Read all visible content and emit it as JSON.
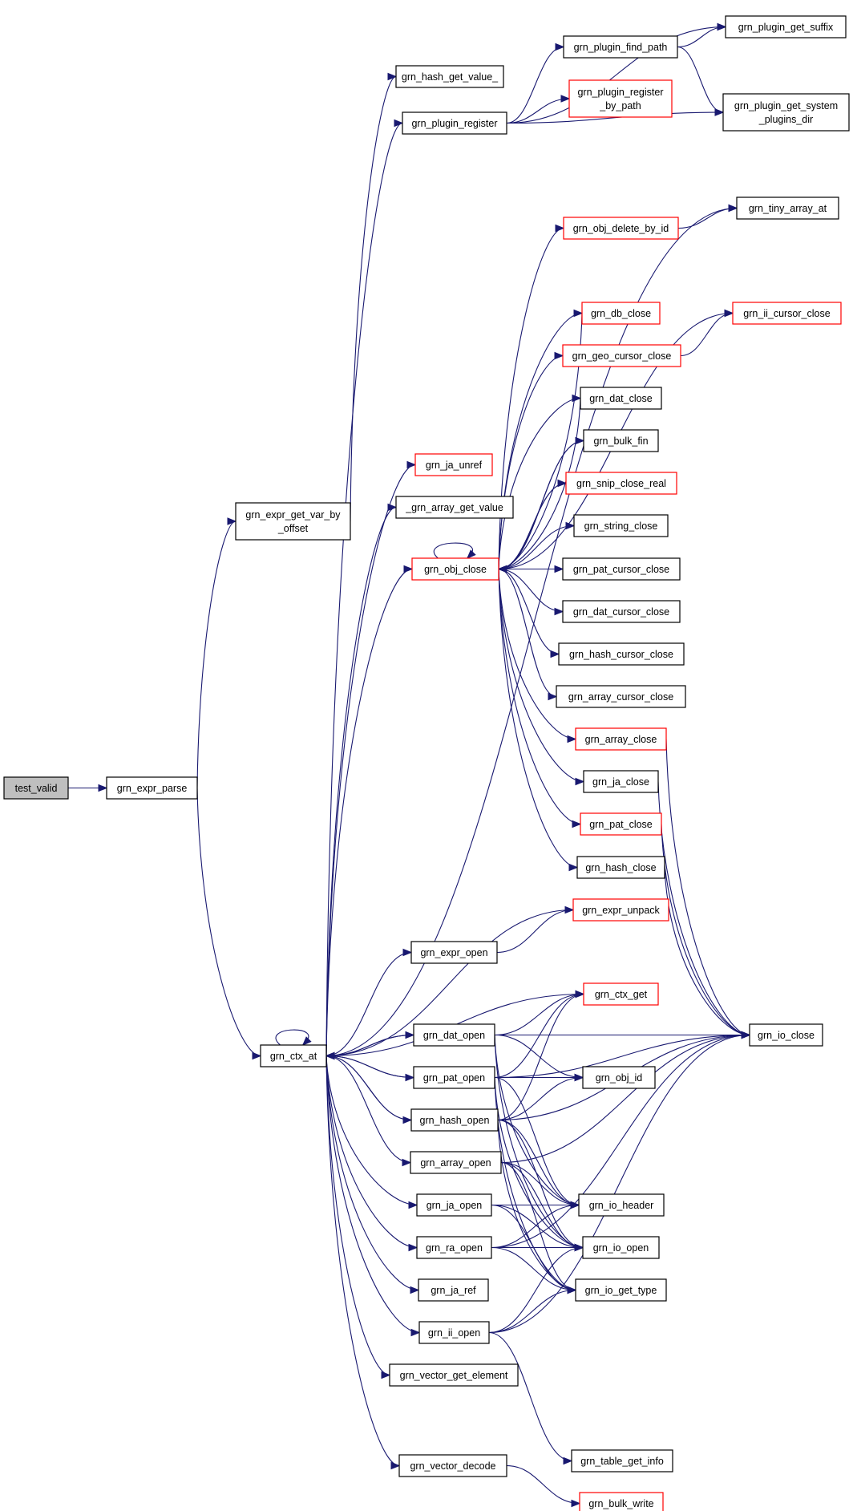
{
  "colors": {
    "edge": "#191970",
    "node_border": "#000000",
    "node_border_truncated": "#ff0000",
    "node_fill": "#ffffff",
    "root_fill": "#bfbfbf"
  },
  "nodes": [
    {
      "id": "test_valid",
      "label": "test_valid",
      "style": "root"
    },
    {
      "id": "grn_expr_parse",
      "label": "grn_expr_parse",
      "style": "normal"
    },
    {
      "id": "grn_expr_get_var_by_offset",
      "label": "grn_expr_get_var_by\n_offset",
      "style": "normal"
    },
    {
      "id": "grn_ctx_at",
      "label": "grn_ctx_at",
      "style": "normal"
    },
    {
      "id": "grn_hash_get_value_",
      "label": "grn_hash_get_value_",
      "style": "normal"
    },
    {
      "id": "grn_plugin_register",
      "label": "grn_plugin_register",
      "style": "normal"
    },
    {
      "id": "grn_plugin_find_path",
      "label": "grn_plugin_find_path",
      "style": "normal"
    },
    {
      "id": "grn_plugin_register_by_path",
      "label": "grn_plugin_register\n_by_path",
      "style": "truncated"
    },
    {
      "id": "grn_plugin_get_suffix",
      "label": "grn_plugin_get_suffix",
      "style": "normal"
    },
    {
      "id": "grn_plugin_get_system_plugins_dir",
      "label": "grn_plugin_get_system\n_plugins_dir",
      "style": "normal"
    },
    {
      "id": "grn_tiny_array_at",
      "label": "grn_tiny_array_at",
      "style": "normal"
    },
    {
      "id": "grn_obj_delete_by_id",
      "label": "grn_obj_delete_by_id",
      "style": "truncated"
    },
    {
      "id": "grn_ii_cursor_close",
      "label": "grn_ii_cursor_close",
      "style": "truncated"
    },
    {
      "id": "grn_db_close",
      "label": "grn_db_close",
      "style": "truncated"
    },
    {
      "id": "grn_geo_cursor_close",
      "label": "grn_geo_cursor_close",
      "style": "truncated"
    },
    {
      "id": "grn_dat_close",
      "label": "grn_dat_close",
      "style": "normal"
    },
    {
      "id": "grn_bulk_fin",
      "label": "grn_bulk_fin",
      "style": "normal"
    },
    {
      "id": "grn_ja_unref",
      "label": "grn_ja_unref",
      "style": "truncated"
    },
    {
      "id": "grn_snip_close_real",
      "label": "grn_snip_close_real",
      "style": "truncated"
    },
    {
      "id": "_grn_array_get_value",
      "label": "_grn_array_get_value",
      "style": "normal"
    },
    {
      "id": "grn_string_close",
      "label": "grn_string_close",
      "style": "normal"
    },
    {
      "id": "grn_obj_close",
      "label": "grn_obj_close",
      "style": "truncated"
    },
    {
      "id": "grn_pat_cursor_close",
      "label": "grn_pat_cursor_close",
      "style": "normal"
    },
    {
      "id": "grn_dat_cursor_close",
      "label": "grn_dat_cursor_close",
      "style": "normal"
    },
    {
      "id": "grn_hash_cursor_close",
      "label": "grn_hash_cursor_close",
      "style": "normal"
    },
    {
      "id": "grn_array_cursor_close",
      "label": "grn_array_cursor_close",
      "style": "normal"
    },
    {
      "id": "grn_array_close",
      "label": "grn_array_close",
      "style": "truncated"
    },
    {
      "id": "grn_ja_close",
      "label": "grn_ja_close",
      "style": "normal"
    },
    {
      "id": "grn_pat_close",
      "label": "grn_pat_close",
      "style": "truncated"
    },
    {
      "id": "grn_hash_close",
      "label": "grn_hash_close",
      "style": "normal"
    },
    {
      "id": "grn_expr_unpack",
      "label": "grn_expr_unpack",
      "style": "truncated"
    },
    {
      "id": "grn_expr_open",
      "label": "grn_expr_open",
      "style": "normal"
    },
    {
      "id": "grn_ctx_get",
      "label": "grn_ctx_get",
      "style": "truncated"
    },
    {
      "id": "grn_dat_open",
      "label": "grn_dat_open",
      "style": "normal"
    },
    {
      "id": "grn_io_close",
      "label": "grn_io_close",
      "style": "normal"
    },
    {
      "id": "grn_pat_open",
      "label": "grn_pat_open",
      "style": "normal"
    },
    {
      "id": "grn_obj_id",
      "label": "grn_obj_id",
      "style": "normal"
    },
    {
      "id": "grn_hash_open",
      "label": "grn_hash_open",
      "style": "normal"
    },
    {
      "id": "grn_array_open",
      "label": "grn_array_open",
      "style": "normal"
    },
    {
      "id": "grn_io_header",
      "label": "grn_io_header",
      "style": "normal"
    },
    {
      "id": "grn_ja_open",
      "label": "grn_ja_open",
      "style": "normal"
    },
    {
      "id": "grn_io_open",
      "label": "grn_io_open",
      "style": "normal"
    },
    {
      "id": "grn_ra_open",
      "label": "grn_ra_open",
      "style": "normal"
    },
    {
      "id": "grn_io_get_type",
      "label": "grn_io_get_type",
      "style": "normal"
    },
    {
      "id": "grn_ja_ref",
      "label": "grn_ja_ref",
      "style": "normal"
    },
    {
      "id": "grn_ii_open",
      "label": "grn_ii_open",
      "style": "normal"
    },
    {
      "id": "grn_vector_get_element",
      "label": "grn_vector_get_element",
      "style": "normal"
    },
    {
      "id": "grn_table_get_info",
      "label": "grn_table_get_info",
      "style": "normal"
    },
    {
      "id": "grn_vector_decode",
      "label": "grn_vector_decode",
      "style": "normal"
    },
    {
      "id": "grn_bulk_write",
      "label": "grn_bulk_write",
      "style": "truncated"
    }
  ],
  "edges": [
    [
      "test_valid",
      "grn_expr_parse"
    ],
    [
      "grn_expr_parse",
      "grn_expr_get_var_by_offset"
    ],
    [
      "grn_expr_parse",
      "grn_ctx_at"
    ],
    [
      "grn_expr_get_var_by_offset",
      "grn_hash_get_value_"
    ],
    [
      "grn_ctx_at",
      "grn_ctx_at"
    ],
    [
      "grn_ctx_at",
      "grn_plugin_register"
    ],
    [
      "grn_ctx_at",
      "grn_tiny_array_at"
    ],
    [
      "grn_ctx_at",
      "grn_ja_unref"
    ],
    [
      "grn_ctx_at",
      "_grn_array_get_value"
    ],
    [
      "grn_ctx_at",
      "grn_obj_close"
    ],
    [
      "grn_ctx_at",
      "grn_expr_open"
    ],
    [
      "grn_ctx_at",
      "grn_dat_open"
    ],
    [
      "grn_ctx_at",
      "grn_pat_open"
    ],
    [
      "grn_ctx_at",
      "grn_hash_open"
    ],
    [
      "grn_ctx_at",
      "grn_array_open"
    ],
    [
      "grn_ctx_at",
      "grn_ja_open"
    ],
    [
      "grn_ctx_at",
      "grn_ra_open"
    ],
    [
      "grn_ctx_at",
      "grn_ja_ref"
    ],
    [
      "grn_ctx_at",
      "grn_ii_open"
    ],
    [
      "grn_ctx_at",
      "grn_vector_get_element"
    ],
    [
      "grn_ctx_at",
      "grn_vector_decode"
    ],
    [
      "grn_plugin_register",
      "grn_plugin_find_path"
    ],
    [
      "grn_plugin_register",
      "grn_plugin_register_by_path"
    ],
    [
      "grn_plugin_register",
      "grn_plugin_get_suffix"
    ],
    [
      "grn_plugin_register",
      "grn_plugin_get_system_plugins_dir"
    ],
    [
      "grn_plugin_find_path",
      "grn_plugin_get_suffix"
    ],
    [
      "grn_plugin_find_path",
      "grn_plugin_get_system_plugins_dir"
    ],
    [
      "grn_obj_close",
      "grn_obj_close"
    ],
    [
      "grn_obj_close",
      "grn_obj_delete_by_id"
    ],
    [
      "grn_obj_close",
      "grn_ii_cursor_close"
    ],
    [
      "grn_obj_close",
      "grn_db_close"
    ],
    [
      "grn_obj_close",
      "grn_geo_cursor_close"
    ],
    [
      "grn_obj_close",
      "grn_dat_close"
    ],
    [
      "grn_obj_close",
      "grn_bulk_fin"
    ],
    [
      "grn_obj_close",
      "grn_snip_close_real"
    ],
    [
      "grn_obj_close",
      "grn_string_close"
    ],
    [
      "grn_obj_close",
      "grn_pat_cursor_close"
    ],
    [
      "grn_obj_close",
      "grn_dat_cursor_close"
    ],
    [
      "grn_obj_close",
      "grn_hash_cursor_close"
    ],
    [
      "grn_obj_close",
      "grn_array_cursor_close"
    ],
    [
      "grn_obj_close",
      "grn_array_close"
    ],
    [
      "grn_obj_close",
      "grn_ja_close"
    ],
    [
      "grn_obj_close",
      "grn_pat_close"
    ],
    [
      "grn_obj_close",
      "grn_hash_close"
    ],
    [
      "grn_obj_delete_by_id",
      "grn_tiny_array_at"
    ],
    [
      "grn_geo_cursor_close",
      "grn_ii_cursor_close"
    ],
    [
      "grn_db_close",
      "grn_obj_close"
    ],
    [
      "grn_dat_close",
      "grn_obj_close"
    ],
    [
      "grn_bulk_fin",
      "grn_obj_close"
    ],
    [
      "grn_snip_close_real",
      "grn_obj_close"
    ],
    [
      "grn_array_close",
      "grn_io_close"
    ],
    [
      "grn_ja_close",
      "grn_io_close"
    ],
    [
      "grn_pat_close",
      "grn_io_close"
    ],
    [
      "grn_hash_close",
      "grn_io_close"
    ],
    [
      "grn_expr_open",
      "grn_expr_unpack"
    ],
    [
      "grn_expr_unpack",
      "grn_ctx_at"
    ],
    [
      "grn_ctx_get",
      "grn_ctx_at"
    ],
    [
      "grn_dat_open",
      "grn_ctx_at"
    ],
    [
      "grn_dat_open",
      "grn_ctx_get"
    ],
    [
      "grn_dat_open",
      "grn_io_close"
    ],
    [
      "grn_dat_open",
      "grn_obj_id"
    ],
    [
      "grn_dat_open",
      "grn_io_header"
    ],
    [
      "grn_dat_open",
      "grn_io_open"
    ],
    [
      "grn_pat_open",
      "grn_ctx_at"
    ],
    [
      "grn_pat_open",
      "grn_ctx_get"
    ],
    [
      "grn_pat_open",
      "grn_io_close"
    ],
    [
      "grn_pat_open",
      "grn_obj_id"
    ],
    [
      "grn_pat_open",
      "grn_io_header"
    ],
    [
      "grn_pat_open",
      "grn_io_open"
    ],
    [
      "grn_pat_open",
      "grn_io_get_type"
    ],
    [
      "grn_hash_open",
      "grn_ctx_at"
    ],
    [
      "grn_hash_open",
      "grn_ctx_get"
    ],
    [
      "grn_hash_open",
      "grn_io_close"
    ],
    [
      "grn_hash_open",
      "grn_obj_id"
    ],
    [
      "grn_hash_open",
      "grn_io_header"
    ],
    [
      "grn_hash_open",
      "grn_io_open"
    ],
    [
      "grn_hash_open",
      "grn_io_get_type"
    ],
    [
      "grn_array_open",
      "grn_io_close"
    ],
    [
      "grn_array_open",
      "grn_io_header"
    ],
    [
      "grn_array_open",
      "grn_io_open"
    ],
    [
      "grn_array_open",
      "grn_io_get_type"
    ],
    [
      "grn_ja_open",
      "grn_io_header"
    ],
    [
      "grn_ja_open",
      "grn_io_open"
    ],
    [
      "grn_ja_open",
      "grn_io_get_type"
    ],
    [
      "grn_ra_open",
      "grn_io_header"
    ],
    [
      "grn_ra_open",
      "grn_io_open"
    ],
    [
      "grn_ra_open",
      "grn_io_get_type"
    ],
    [
      "grn_ra_open",
      "grn_io_close"
    ],
    [
      "grn_ii_open",
      "grn_io_open"
    ],
    [
      "grn_ii_open",
      "grn_io_get_type"
    ],
    [
      "grn_ii_open",
      "grn_io_close"
    ],
    [
      "grn_ii_open",
      "grn_table_get_info"
    ],
    [
      "grn_vector_decode",
      "grn_bulk_write"
    ]
  ]
}
